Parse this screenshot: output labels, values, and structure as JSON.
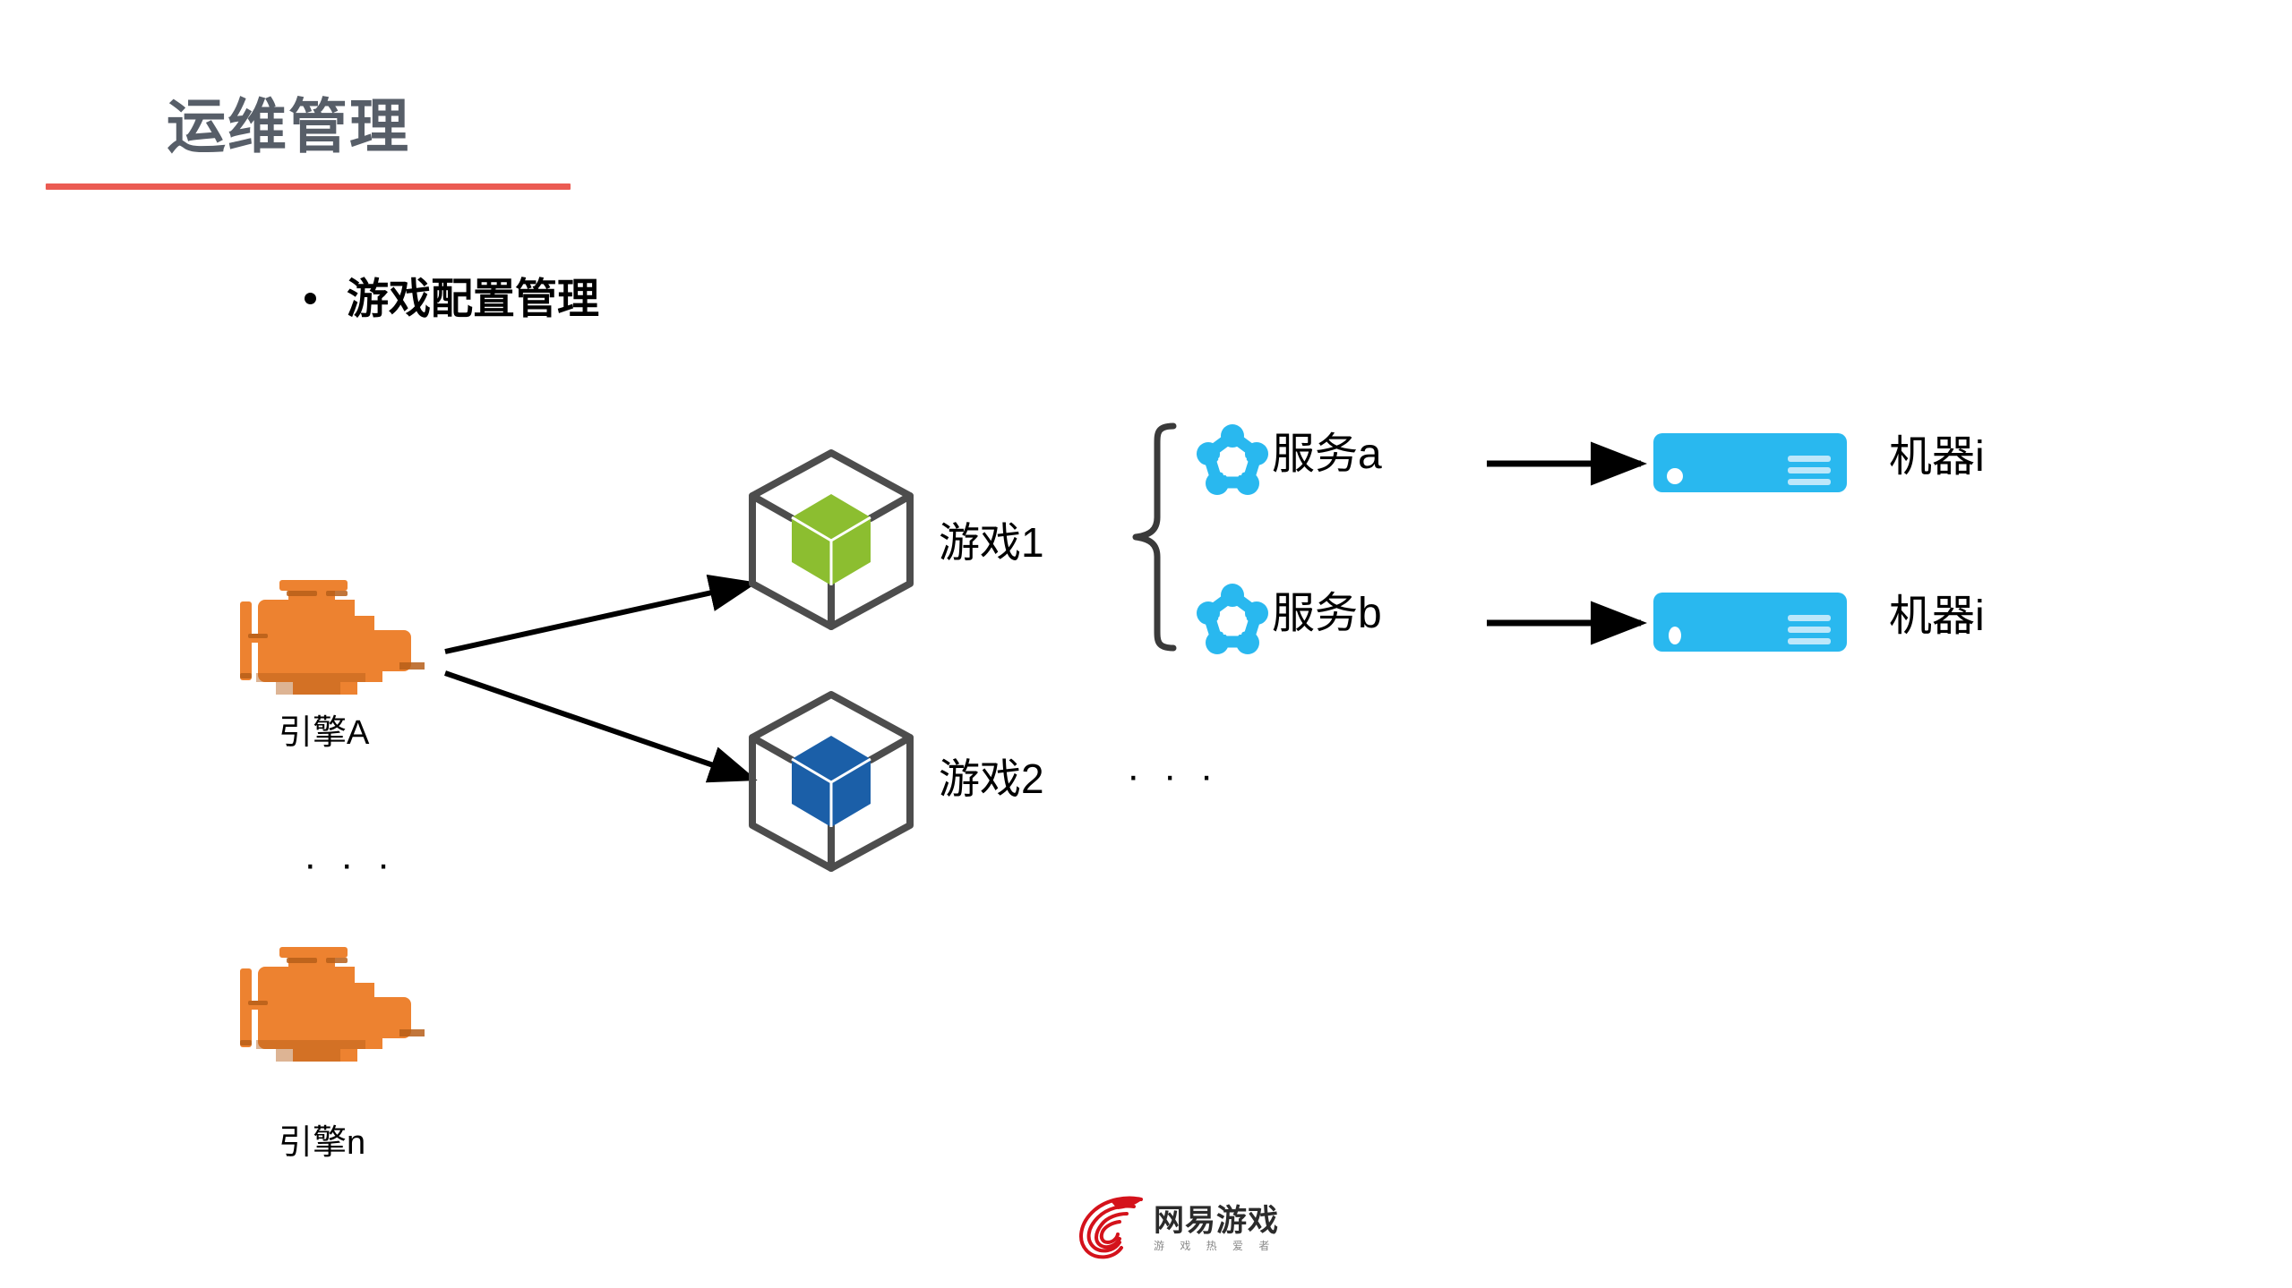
{
  "slide": {
    "title": "运维管理",
    "title_color": "#575E68",
    "rule_color": "#EB5B52",
    "background": "#FFFFFF"
  },
  "bullet": {
    "marker": "bullet-dot",
    "text": "游戏配置管理"
  },
  "diagram": {
    "engines": [
      {
        "name": "engine-a",
        "label": "引擎A",
        "icon": "engine-icon",
        "color": "#ED8230"
      },
      {
        "name": "engine-n",
        "label": "引擎n",
        "icon": "engine-icon",
        "color": "#ED8230"
      }
    ],
    "engine_ellipsis": "· · ·",
    "games": [
      {
        "name": "game-1",
        "label": "游戏1",
        "icon": "cube-icon",
        "cube_color": "#8CBE30",
        "outline_color": "#4D4D4D"
      },
      {
        "name": "game-2",
        "label": "游戏2",
        "icon": "cube-icon",
        "cube_color": "#1B5FA8",
        "outline_color": "#4D4D4D"
      }
    ],
    "game_ellipsis": "· · ·",
    "brace": "{",
    "services": [
      {
        "name": "service-a",
        "label": "服务a",
        "icon": "service-cluster-icon",
        "color": "#29B8EF"
      },
      {
        "name": "service-b",
        "label": "服务b",
        "icon": "service-cluster-icon",
        "color": "#29B8EF"
      }
    ],
    "machines": [
      {
        "name": "machine-1",
        "label": "机器i",
        "icon": "server-icon",
        "color": "#29B8EF"
      },
      {
        "name": "machine-2",
        "label": "机器i",
        "icon": "server-icon",
        "color": "#29B8EF"
      }
    ],
    "arrows": [
      {
        "name": "arrow-engine-to-game-1"
      },
      {
        "name": "arrow-engine-to-game-2"
      },
      {
        "name": "arrow-service-a-to-machine-1"
      },
      {
        "name": "arrow-service-b-to-machine-2"
      }
    ]
  },
  "footer": {
    "logo_main": "网易游戏",
    "logo_sub": "游 戏 热 爱 者",
    "logo_color": "#D4121B"
  }
}
